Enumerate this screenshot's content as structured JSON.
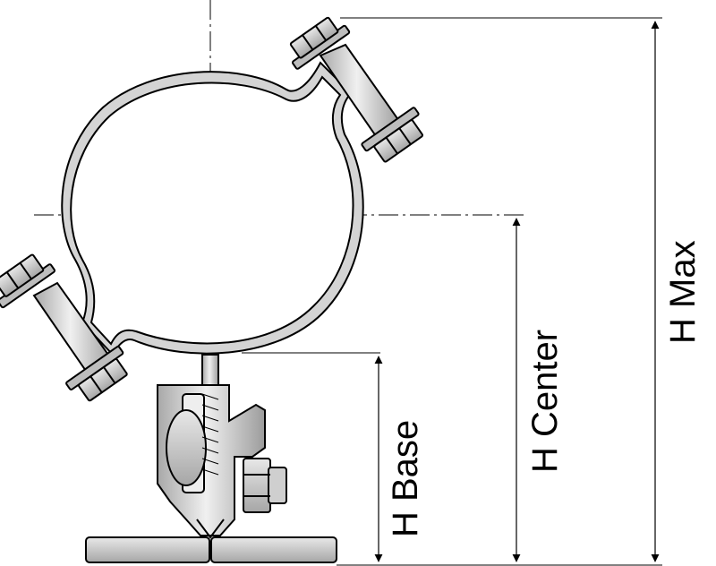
{
  "dimensions": {
    "h_base": "H  Base",
    "h_center": "H  Center",
    "h_max": "H  Max"
  },
  "colors": {
    "metal_fill": "#cfcfcf",
    "metal_light": "#e6e6e6",
    "metal_dark": "#9a9a9a",
    "line": "#000000"
  }
}
